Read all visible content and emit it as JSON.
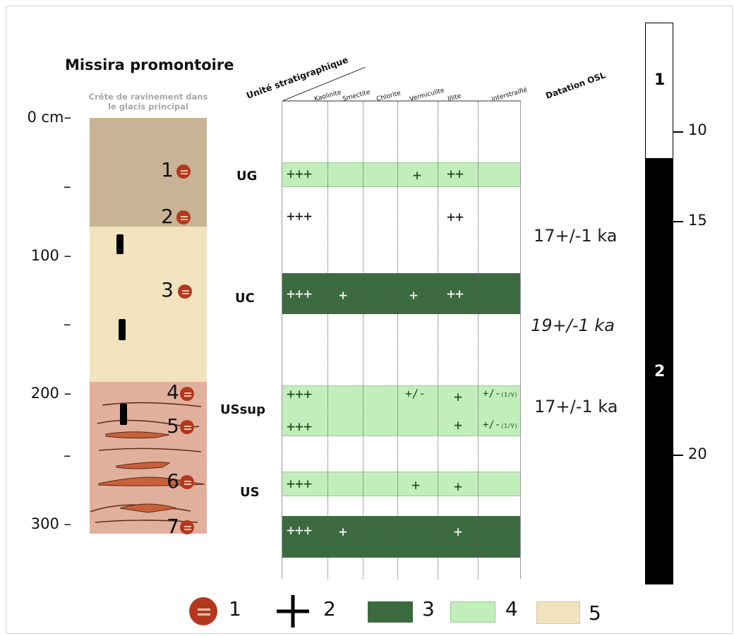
{
  "title": "Missira promontoire",
  "subtitle": "Crête de ravinement dans le glacis principal",
  "depth_axis": {
    "labels": [
      "0 cm",
      "100",
      "200",
      "300"
    ],
    "tick_mark": "–"
  },
  "samples": [
    "1",
    "2",
    "3",
    "4",
    "5",
    "6",
    "7"
  ],
  "layer_colors": {
    "top": "#c8b394",
    "middle": "#f1e3bd",
    "bottom": "#e1b09c",
    "lens": "#c8603c"
  },
  "units": [
    "UG",
    "UC",
    "USsup",
    "US"
  ],
  "header": {
    "unit_header": "Unité stratigraphique",
    "columns": [
      "Kaolinite",
      "Smectite",
      "Chlorite",
      "Vermiculite",
      "Illite",
      "interstraifié"
    ],
    "osl_header": "Datation OSL"
  },
  "rows": {
    "ug": {
      "kaolinite": "+++",
      "vermiculite": "+",
      "illite": "++"
    },
    "r2": {
      "kaolinite": "+++",
      "illite": "++"
    },
    "uc": {
      "kaolinite": "+++",
      "smectite": "+",
      "vermiculite": "+",
      "illite": "++"
    },
    "ussup1": {
      "kaolinite": "+++",
      "vermiculite": "+/-",
      "illite": "+",
      "inter": "+/-",
      "inter_sub": "(I/V)"
    },
    "ussup2": {
      "kaolinite": "+++",
      "illite": "+",
      "inter": "+/-",
      "inter_sub": "(I/V)"
    },
    "us": {
      "kaolinite": "+++",
      "vermiculite": "+",
      "illite": "+"
    },
    "r7": {
      "kaolinite": "+++",
      "smectite": "+",
      "illite": "+"
    }
  },
  "osl_dates": [
    "17+/-1 ka",
    "19+/-1 ka",
    "17+/-1 ka"
  ],
  "scale": {
    "segments": [
      "1",
      "2"
    ],
    "ticks": [
      "10",
      "15",
      "20"
    ]
  },
  "legend": [
    "1",
    "2",
    "3",
    "4",
    "5"
  ],
  "colors": {
    "dark_green": "#3d6b40",
    "light_green": "#c2eebb",
    "sample_red": "#b5371f",
    "beige": "#f1e3bd"
  }
}
